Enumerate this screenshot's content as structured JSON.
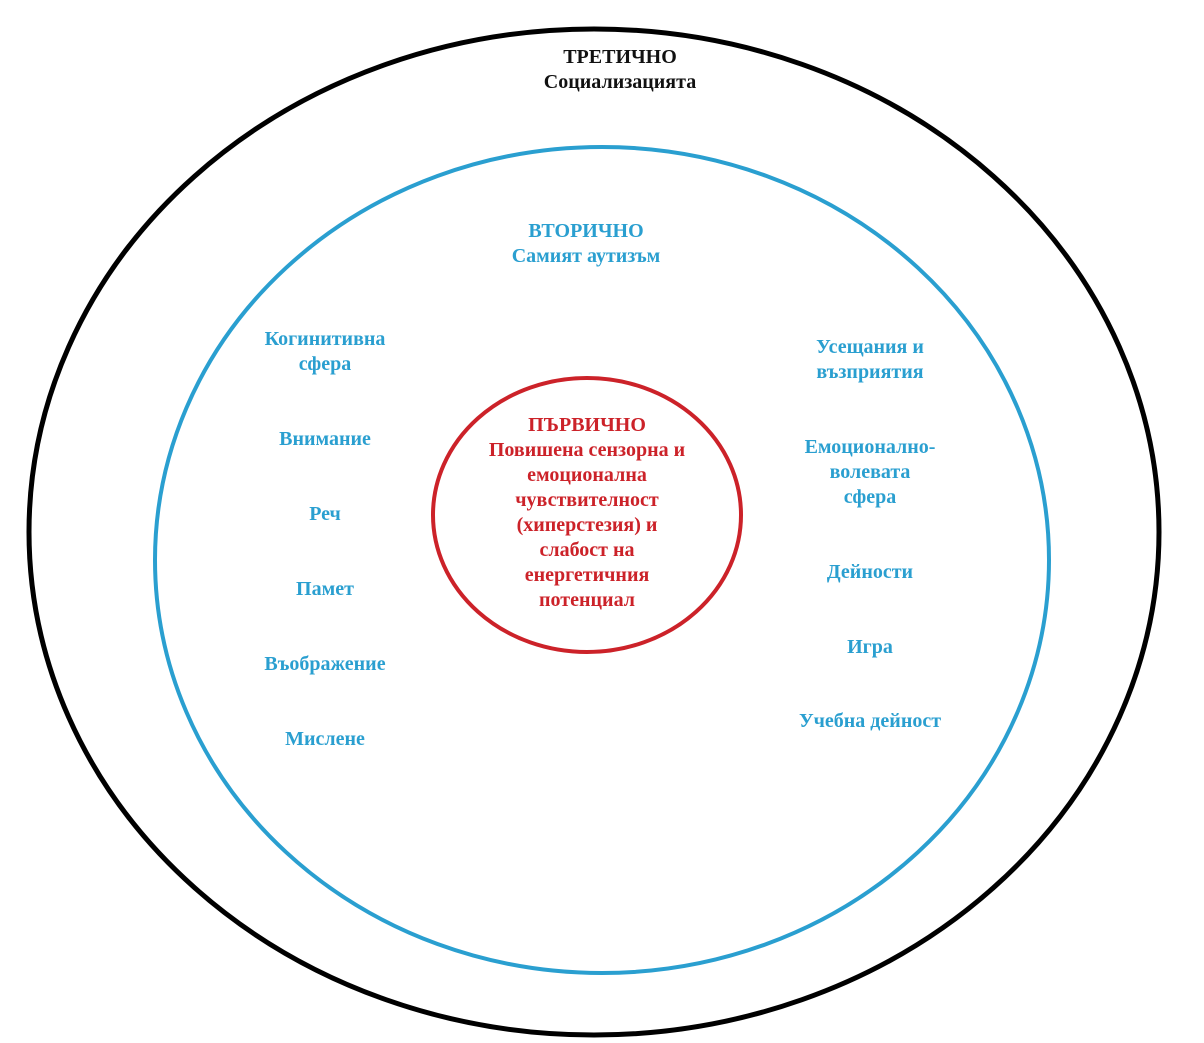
{
  "colors": {
    "outer_ring": "#000000",
    "middle_ring": "#2a9fd0",
    "inner_ring": "#cc2229"
  },
  "tertiary": {
    "title": "ТРЕТИЧНО",
    "subtitle": "Социализацията"
  },
  "secondary": {
    "title": "ВТОРИЧНО",
    "subtitle": "Самият аутизъм",
    "left_items": [
      "Когинитивна\nсфера",
      "Внимание",
      "Реч",
      "Памет",
      "Въображение",
      "Мислене"
    ],
    "right_items": [
      "Усещания и\nвъзприятия",
      "Емоционално-\nволевата\nсфера",
      "Дейности",
      "Игра",
      "Учебна дейност"
    ]
  },
  "primary": {
    "title": "ПЪРВИЧНО",
    "body": "Повишена сензорна и\nемоционална\nчувствителност\n(хиперстезия) и\nслабост на\nенергетичния\nпотенциал"
  }
}
